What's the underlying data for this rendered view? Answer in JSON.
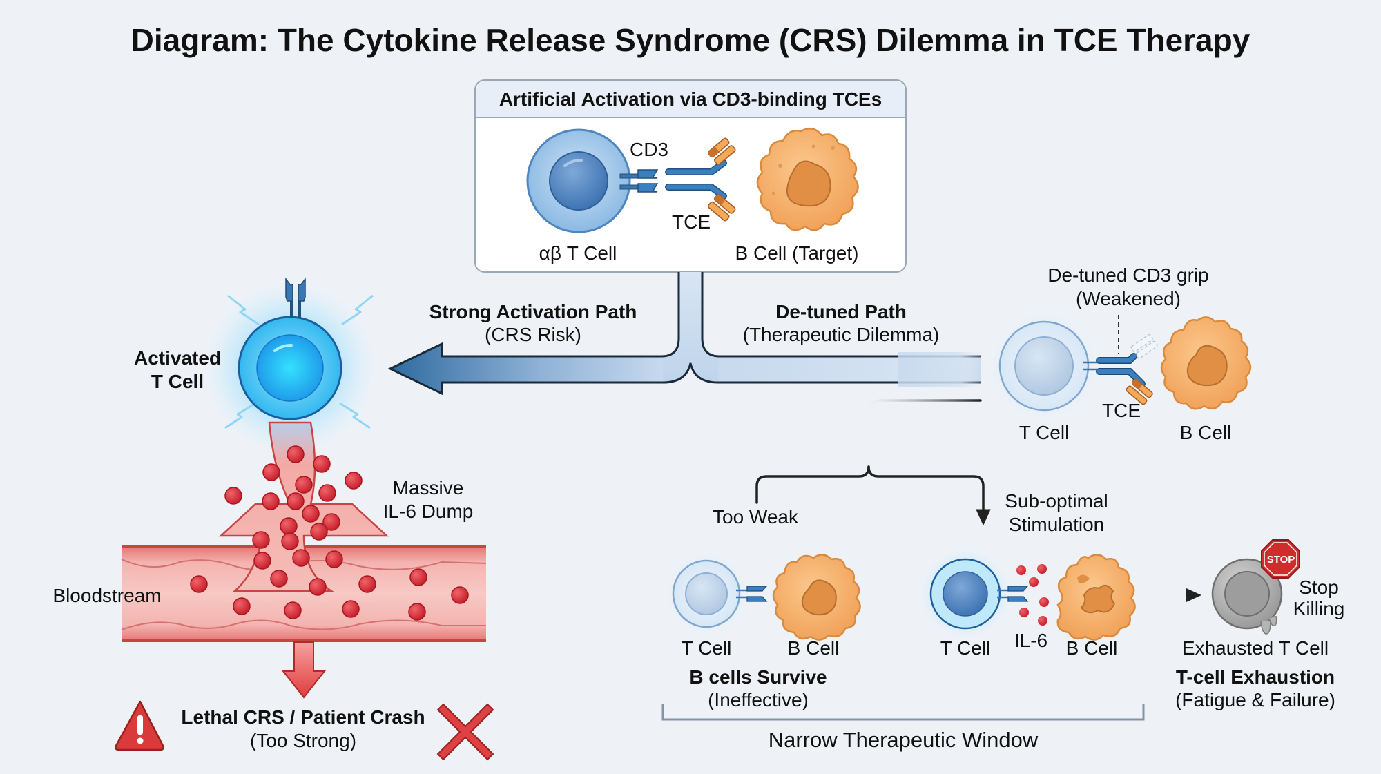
{
  "title": "Diagram: The Cytokine Release Syndrome (CRS) Dilemma in TCE Therapy",
  "colors": {
    "background": "#eef2f7",
    "tcell_blue": "#5b8fc9",
    "activated_cyan": "#1fb6f0",
    "bcell_orange": "#f2a65a",
    "cytokine_red": "#d9303a",
    "arrow_blue": "#2f6aa0",
    "stop_red": "#cc2b2b",
    "exhausted_gray": "#a8a8a8"
  },
  "top_box": {
    "title": "Artificial Activation via CD3-binding TCEs",
    "cd3_label": "CD3",
    "tce_label": "TCE",
    "tcell_label": "αβ T Cell",
    "bcell_label": "B Cell (Target)"
  },
  "paths": {
    "strong": {
      "title": "Strong Activation Path",
      "subtitle": "(CRS Risk)"
    },
    "detuned": {
      "title": "De-tuned Path",
      "subtitle": "(Therapeutic Dilemma)"
    }
  },
  "left_branch": {
    "activated_label_line1": "Activated",
    "activated_label_line2": "T Cell",
    "il6_label_line1": "Massive",
    "il6_label_line2": "IL-6 Dump",
    "bloodstream_label": "Bloodstream",
    "outcome_title": "Lethal CRS / Patient Crash",
    "outcome_subtitle": "(Too Strong)",
    "warning_icon": "warning-triangle",
    "fail_icon": "red-x"
  },
  "right_branch": {
    "grip_label_line1": "De-tuned CD3 grip",
    "grip_label_line2": "(Weakened)",
    "tcell_label": "T Cell",
    "tce_label": "TCE",
    "bcell_label": "B Cell",
    "too_weak_label": "Too Weak",
    "suboptimal_line1": "Sub-optimal",
    "suboptimal_line2": "Stimulation",
    "weak_outcome": {
      "tcell_label": "T Cell",
      "bcell_label": "B Cell",
      "title": "B cells Survive",
      "subtitle": "(Ineffective)"
    },
    "suboptimal_outcome": {
      "tcell_label": "T Cell",
      "il6_label": "IL-6",
      "bcell_label": "B Cell"
    },
    "exhaustion": {
      "stop_sign_text": "STOP",
      "stop_label_line1": "Stop",
      "stop_label_line2": "Killing",
      "cell_label": "Exhausted T Cell",
      "title": "T-cell Exhaustion",
      "subtitle": "(Fatigue & Failure)"
    },
    "window_label": "Narrow Therapeutic Window"
  }
}
